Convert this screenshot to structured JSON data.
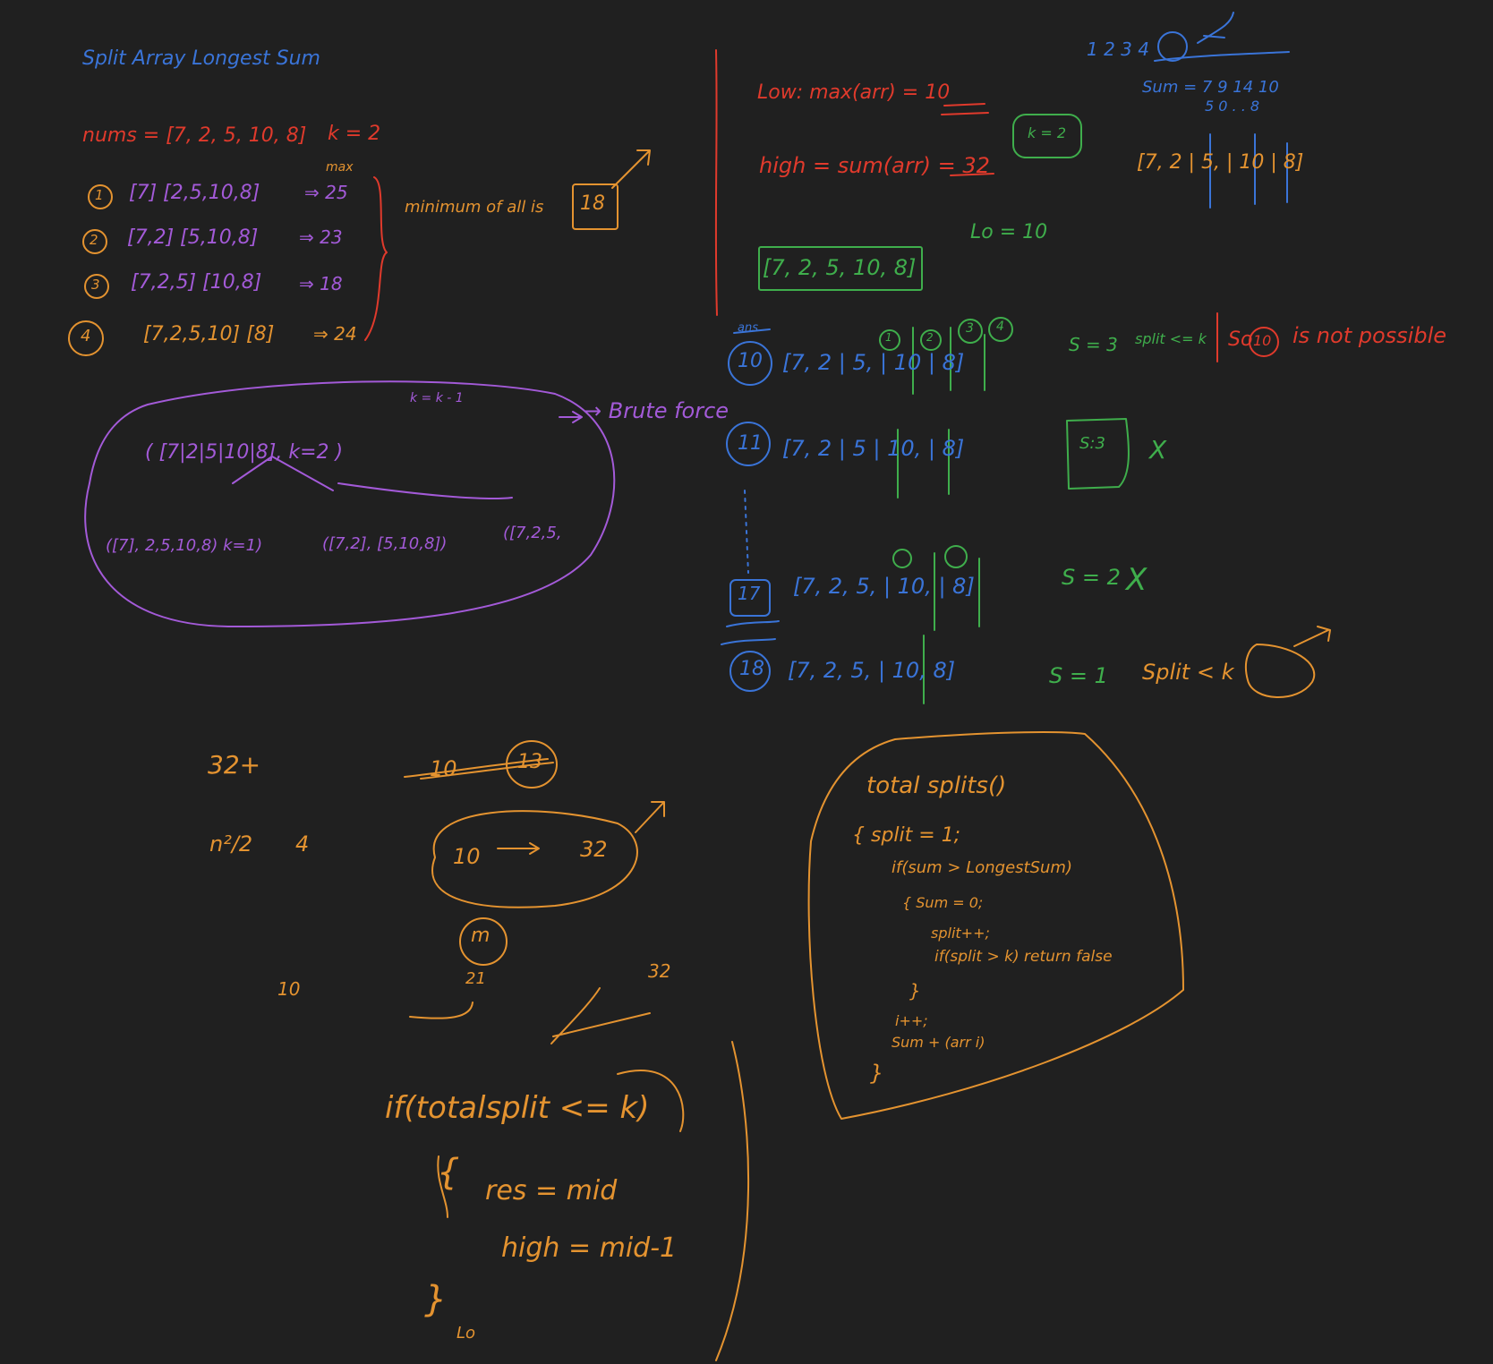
{
  "colors": {
    "background": "#202020",
    "blue": "#3a74d8",
    "red": "#e03a2c",
    "orange": "#e49330",
    "purple": "#a35ad8",
    "green": "#3fae4c"
  },
  "left": {
    "title": "Split Array Longest Sum",
    "nums_line": "nums = [7, 2, 5, 10, 8]",
    "k_value": "k = 2",
    "max_label": "max",
    "options": [
      {
        "num": "1",
        "parts": "[7] [2,5,10,8]",
        "result": "⇒ 25"
      },
      {
        "num": "2",
        "parts": "[7,2] [5,10,8]",
        "result": "⇒ 23"
      },
      {
        "num": "3",
        "parts": "[7,2,5] [10,8]",
        "result": "⇒ 18"
      },
      {
        "num": "4",
        "parts": "[7,2,5,10] [8]",
        "result": "⇒ 24"
      }
    ],
    "minimum_text": "minimum of all is",
    "minimum_value": "18",
    "recursion": {
      "root": "( [7|2|5|10|8], k=2 )",
      "kk": "k = k - 1",
      "brute": "→ Brute force",
      "child1": "([7], 2,5,10,8) k=1)",
      "child2": "([7,2], [5,10,8])",
      "child3": "([7,2,5,"
    },
    "scratch": {
      "n32": "32+",
      "n_half": "n²/2",
      "four": "4",
      "crossed10": "10",
      "n13": "13",
      "range_lo": "10",
      "range_hi": "32",
      "mid": "m",
      "dots_left": "10",
      "dots_right": "32",
      "mid_small": "21"
    },
    "code": {
      "l1": "if(totalsplit <= k)",
      "l2": "{",
      "l3": "res = mid",
      "l4": "high = mid-1",
      "l5": "}",
      "l6": "Lo"
    }
  },
  "right": {
    "low": "Low: max(arr) = 10",
    "high": "high = sum(arr) = 32",
    "k_box": "k = 2",
    "lo_label": "Lo = 10",
    "arr": "[7, 2, 5, 10, 8]",
    "top_scribble": "1 2 3 4",
    "sum_scribble": "Sum = 7 9 14 10",
    "sum_sub": "5 0 . . 8",
    "top_arr": "[7, 2 | 5, | 10 | 8]",
    "ans_label": "ans",
    "rows": [
      {
        "mid": "10",
        "arr": "[7, 2 | 5, | 10 | 8]",
        "note": "S = 3",
        "extra": "split <= k"
      },
      {
        "mid": "11",
        "arr": "[7, 2 | 5 | 10, | 8]",
        "note": "S:3",
        "extra": "X"
      },
      {
        "mid": "17",
        "arr": "[7, 2, 5, | 10, | 8]",
        "note": "S = 2",
        "extra": "X"
      },
      {
        "mid": "18",
        "arr": "[7, 2, 5, | 10, 8]",
        "note": "S = 1",
        "extra": "Split < k"
      }
    ],
    "so_text": "So",
    "so_circle": "10",
    "not_possible": "is not possible",
    "circle_marks": [
      "1",
      "2",
      "3",
      "4"
    ],
    "code": {
      "l1": "total splits()",
      "l2": "{  split = 1;",
      "l3": "if(sum > LongestSum)",
      "l4": "{  Sum = 0;",
      "l5": "split++;",
      "l6": "if(split > k) return false",
      "l7": "}",
      "l8": "i++;",
      "l9": "Sum + (arr i)",
      "l10": "}"
    }
  }
}
